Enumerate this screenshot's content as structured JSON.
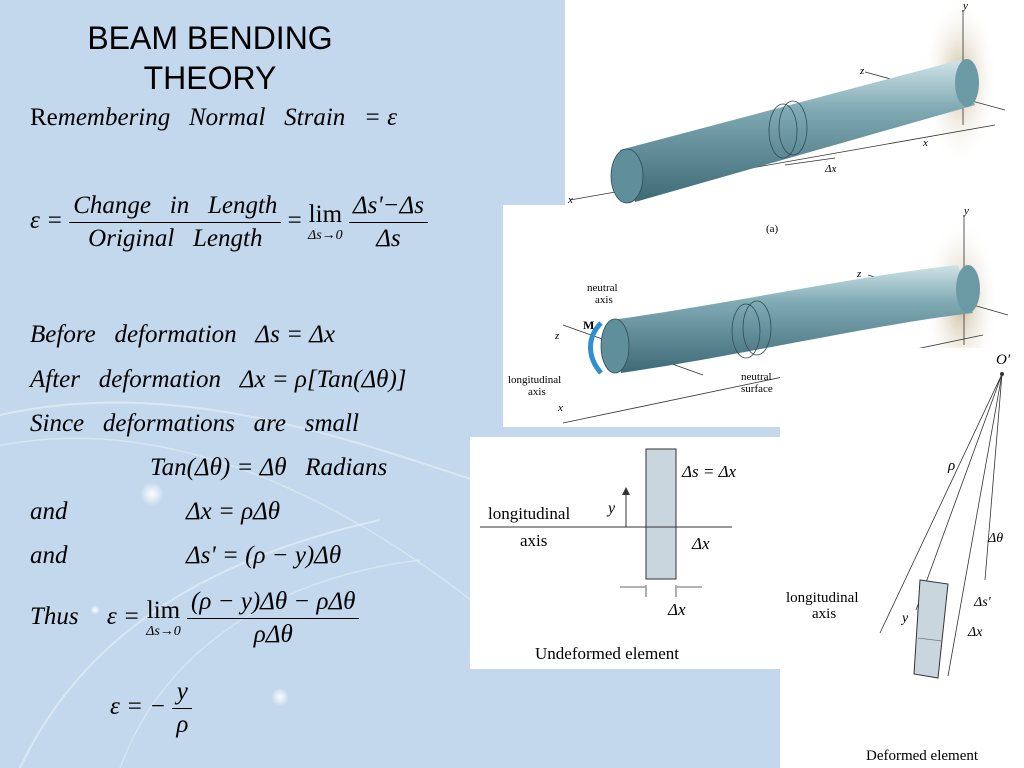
{
  "title": {
    "line1": "BEAM BENDING",
    "line2": "THEORY"
  },
  "equations": {
    "remembering": {
      "re": "Re",
      "rest": "membering   Normal   Strain   = ε"
    },
    "strain_def": {
      "lhs": "ε =",
      "num": "Change   in   Length",
      "den": "Original   Length",
      "eq": "=",
      "lim": "lim",
      "lim_sub": "Δs→0",
      "num2": "Δs'−Δs",
      "den2": "Δs"
    },
    "before": "Before   deformation   Δs = Δx",
    "after": "After   deformation   Δx = ρ[Tan(Δθ)]",
    "since": "Since   deformations   are   small",
    "tan": "Tan(Δθ) = Δθ   Radians",
    "and1_word": "and",
    "and1_eq": "Δx = ρΔθ",
    "and2_word": "and",
    "and2_eq": "Δs' = (ρ − y)Δθ",
    "thus": {
      "word": "Thus",
      "lhs": "ε =",
      "lim": "lim",
      "lim_sub": "Δs→0",
      "num": "(ρ − y)Δθ − ρΔθ",
      "den": "ρΔθ"
    },
    "final": {
      "lhs": "ε = −",
      "num": "y",
      "den": "ρ"
    }
  },
  "figure_a": {
    "y": "y",
    "z": "z",
    "x_right": "x",
    "x_left": "x",
    "dx": "Δx",
    "caption": "(a)"
  },
  "figure_b": {
    "y": "y",
    "z_right": "z",
    "z_left": "z",
    "M": "M",
    "neutral_axis_1": "neutral",
    "neutral_axis_2": "axis",
    "long_axis_1": "longitudinal",
    "long_axis_2": "axis",
    "neutral_surface_1": "neutral",
    "neutral_surface_2": "surface",
    "x": "x"
  },
  "figure_undeformed": {
    "ds_dx": "Δs = Δx",
    "long_1": "longitudinal",
    "long_2": "axis",
    "y": "y",
    "dx_side": "Δx",
    "dx_bottom": "Δx",
    "caption": "Undeformed element"
  },
  "figure_deformed": {
    "O": "O'",
    "rho": "ρ",
    "dtheta": "Δθ",
    "long_1": "longitudinal",
    "long_2": "axis",
    "y": "y",
    "ds_prime": "Δs'",
    "dx": "Δx",
    "caption": "Deformed element"
  },
  "colors": {
    "background": "#c3d8ec",
    "beam": "#5a8c98",
    "text": "#000000"
  }
}
